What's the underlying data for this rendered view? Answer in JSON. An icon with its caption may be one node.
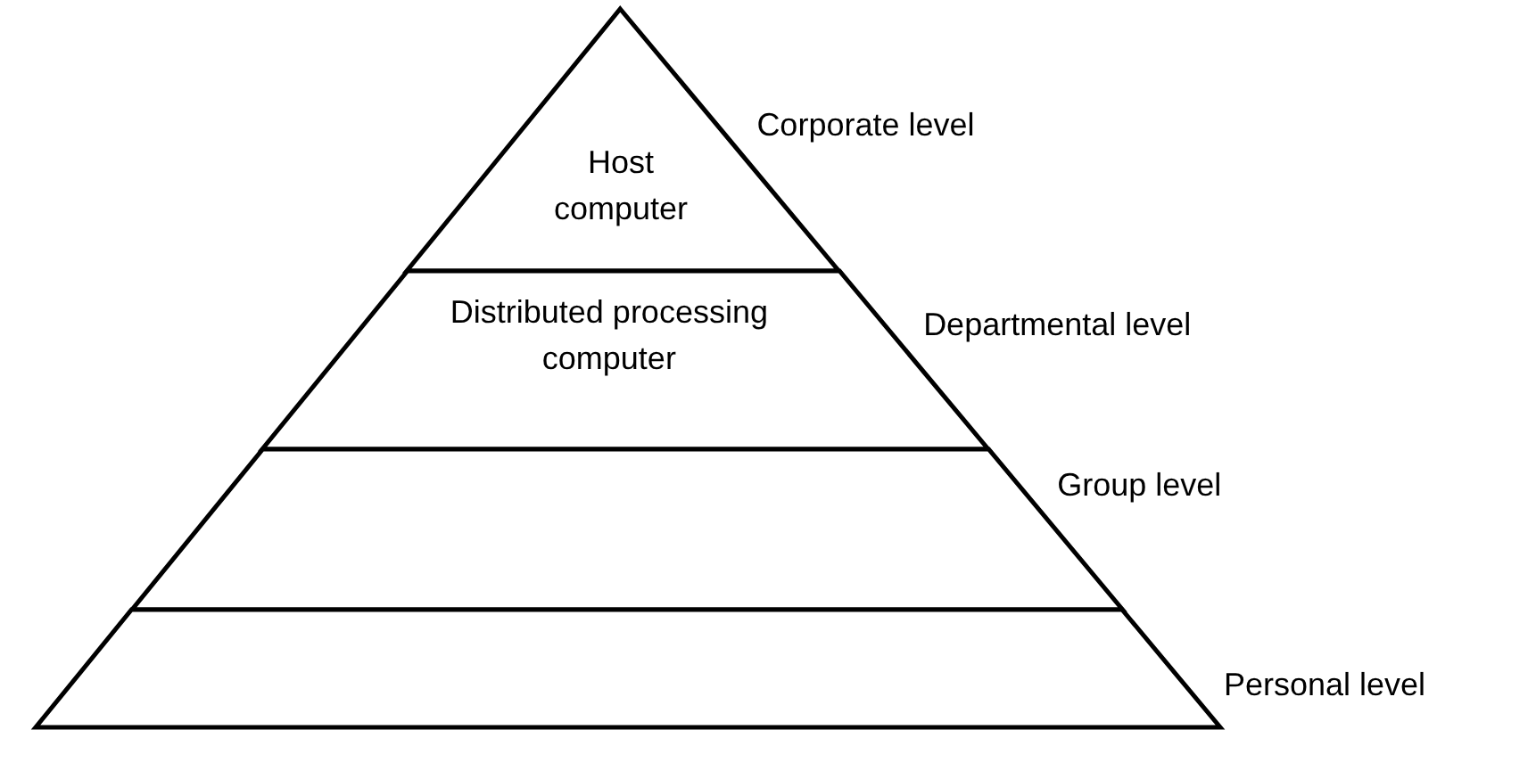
{
  "diagram": {
    "nodes": [
      {
        "text": [
          "Host computer"
        ],
        "beside": [
          "Corporate level"
        ]
      },
      {
        "text": [
          "Distributed processing computer"
        ],
        "beside": [
          "Departmental level"
        ]
      },
      {
        "text": [],
        "shape": "trapezoid",
        "beside": [
          "Group level"
        ]
      },
      {
        "text": [],
        "shape": "trapezoid",
        "beside": [
          "Personal level"
        ]
      }
    ]
  }
}
